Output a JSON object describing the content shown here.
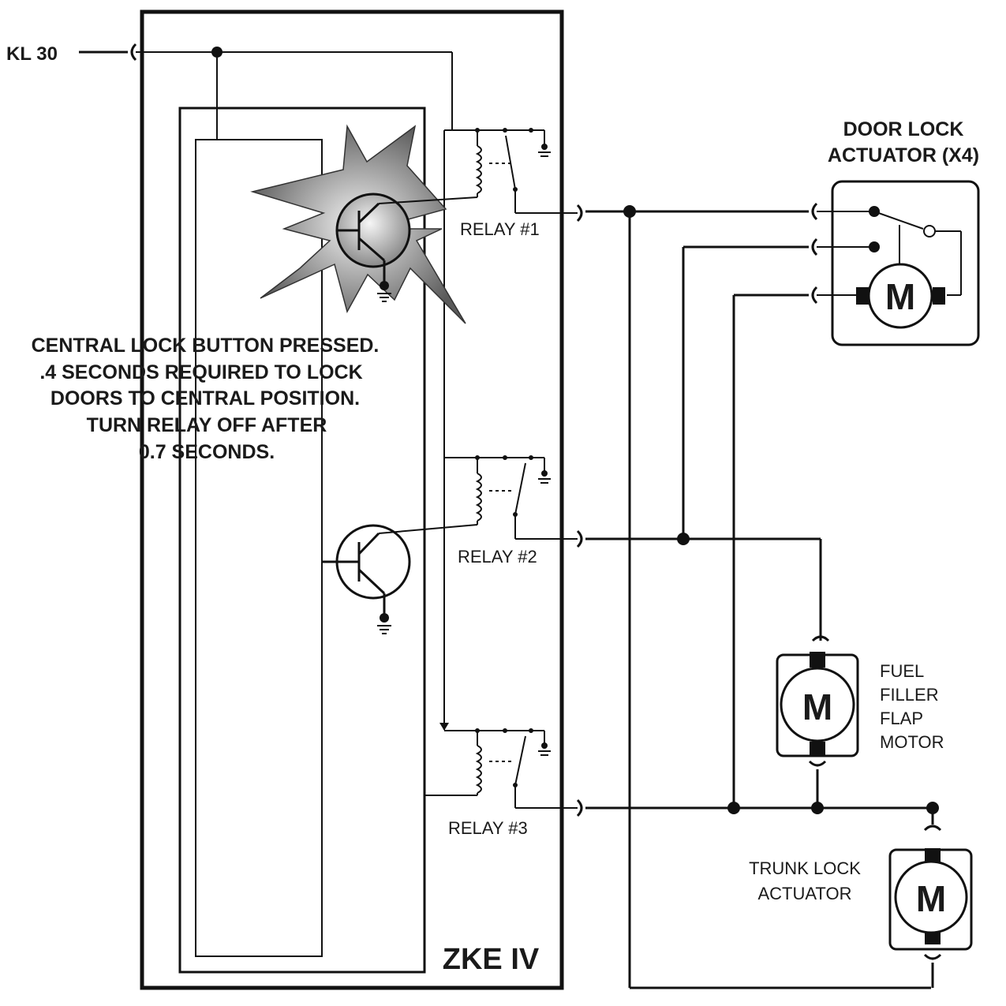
{
  "labels": {
    "kl30": "KL 30",
    "door_lock_line1": "DOOR LOCK",
    "door_lock_line2": "ACTUATOR (X4)",
    "relay1": "RELAY #1",
    "relay2": "RELAY #2",
    "relay3": "RELAY #3",
    "module": "ZKE IV",
    "fuel_line1": "FUEL",
    "fuel_line2": "FILLER",
    "fuel_line3": "FLAP",
    "fuel_line4": "MOTOR",
    "trunk_line1": "TRUNK LOCK",
    "trunk_line2": "ACTUATOR",
    "motor_symbol": "M"
  },
  "note": {
    "line1": "CENTRAL LOCK BUTTON PRESSED.",
    "line2": ".4 SECONDS REQUIRED TO LOCK",
    "line3": "DOORS TO CENTRAL POSITION.",
    "line4": "TURN RELAY OFF AFTER",
    "line5": "0.7 SECONDS."
  },
  "colors": {
    "ink": "#111111",
    "flash_light": "#e8e8e8",
    "flash_dark": "#6a6a6a"
  }
}
